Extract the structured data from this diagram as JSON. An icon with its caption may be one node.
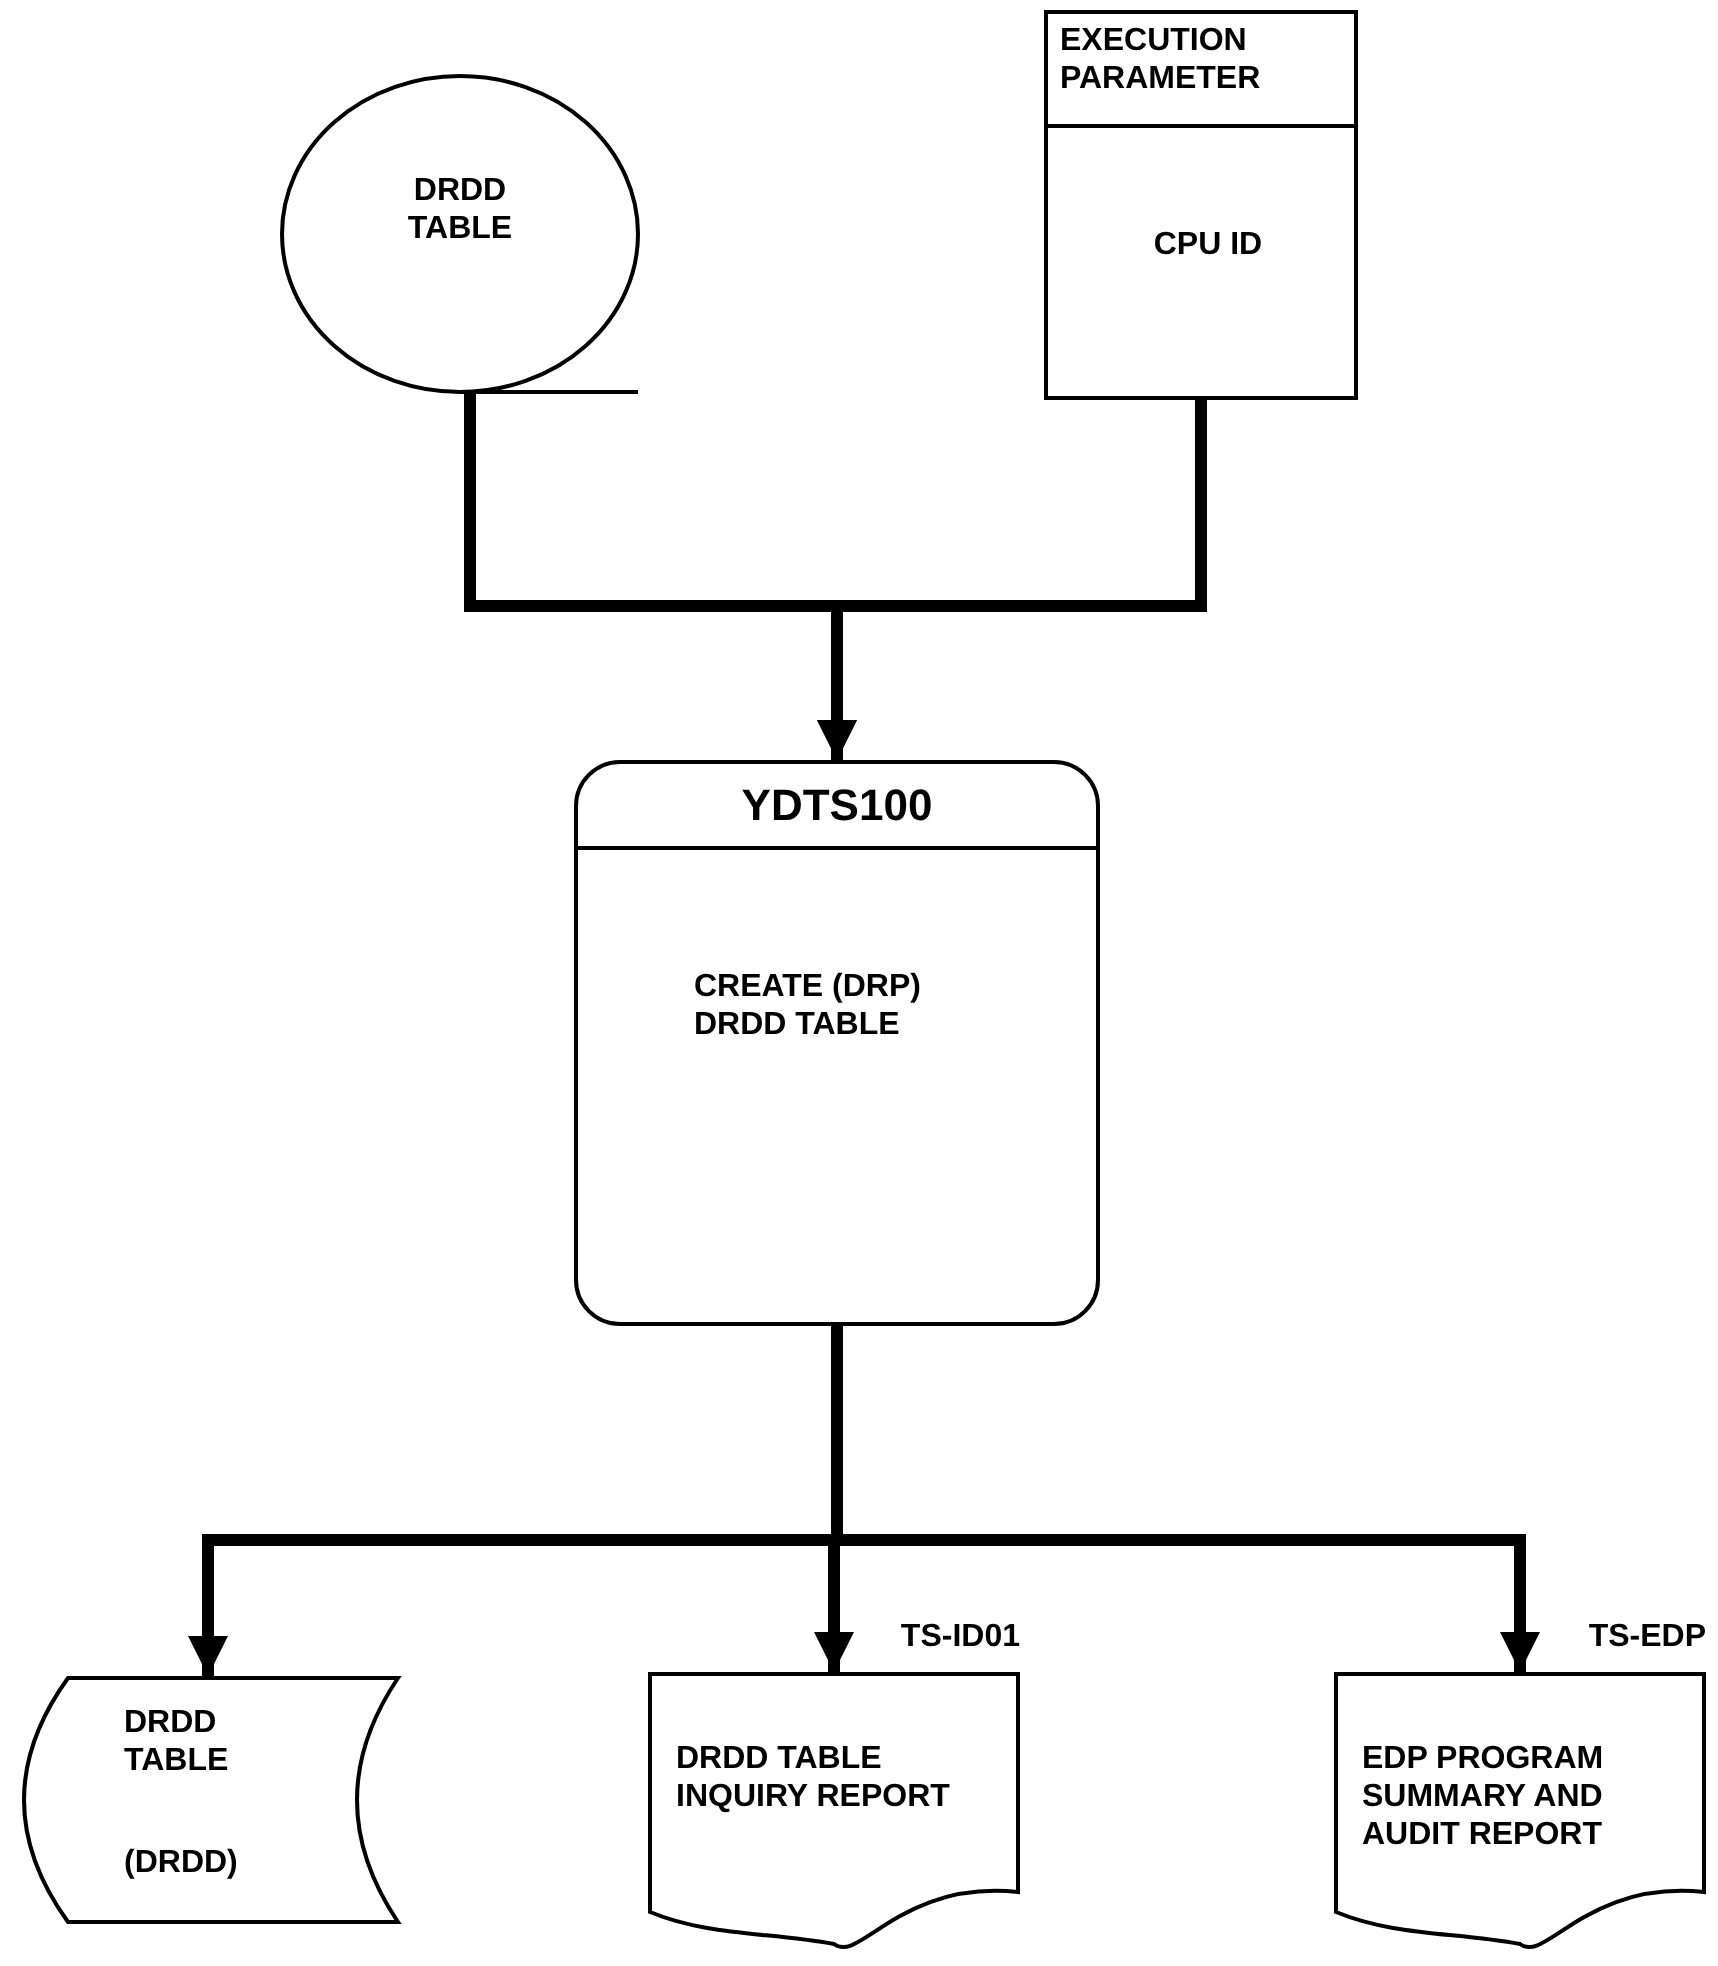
{
  "diagram": {
    "nodes": [
      {
        "text": [
          "DRDD TABLE"
        ]
      },
      {
        "text": [
          "EXECUTION PARAMETER",
          "CPU ID"
        ]
      },
      {
        "text": [
          "YDTS100",
          "CREATE (DRP) DRDD TABLE"
        ]
      },
      {
        "text": [
          "DRDD TABLE",
          "(DRDD)"
        ]
      },
      {
        "text": [
          "DRDD TABLE INQUIRY REPORT"
        ],
        "beside": [
          "TS-ID01"
        ]
      },
      {
        "text": [
          "EDP PROGRAM SUMMARY AND AUDIT REPORT"
        ],
        "beside": [
          "TS-EDP"
        ]
      }
    ],
    "edges": [
      {
        "from": 0,
        "to": 2,
        "arrow": "to"
      },
      {
        "from": 1,
        "to": 2,
        "arrow": "to"
      },
      {
        "from": 2,
        "to": 3,
        "arrow": "to"
      },
      {
        "from": 2,
        "to": 4,
        "arrow": "to"
      },
      {
        "from": 2,
        "to": 5,
        "arrow": "to"
      }
    ]
  }
}
